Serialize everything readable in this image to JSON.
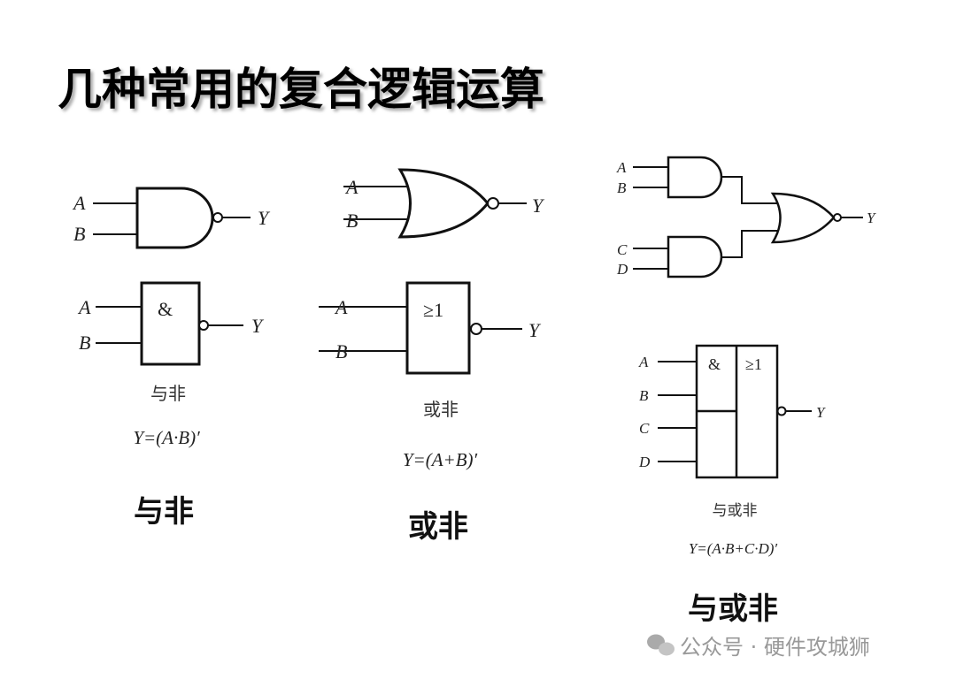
{
  "title": "几种常用的复合逻辑运算",
  "nand": {
    "inputs": [
      "A",
      "B"
    ],
    "output": "Y",
    "rect_symbol": "&",
    "caption": "与非",
    "formula": "Y=(A·B)′",
    "big_label": "与非"
  },
  "nor": {
    "inputs": [
      "A",
      "B"
    ],
    "output": "Y",
    "rect_symbol": "≥1",
    "caption": "或非",
    "formula": "Y=(A+B)′",
    "big_label": "或非"
  },
  "aoi": {
    "inputs": [
      "A",
      "B",
      "C",
      "D"
    ],
    "output": "Y",
    "rect_symbol_and": "&",
    "rect_symbol_or": "≥1",
    "caption": "与或非",
    "formula": "Y=(A·B+C·D)′",
    "big_label": "与或非"
  },
  "watermark": {
    "icon": "wechat-icon",
    "text": "公众号 · 硬件攻城狮"
  }
}
